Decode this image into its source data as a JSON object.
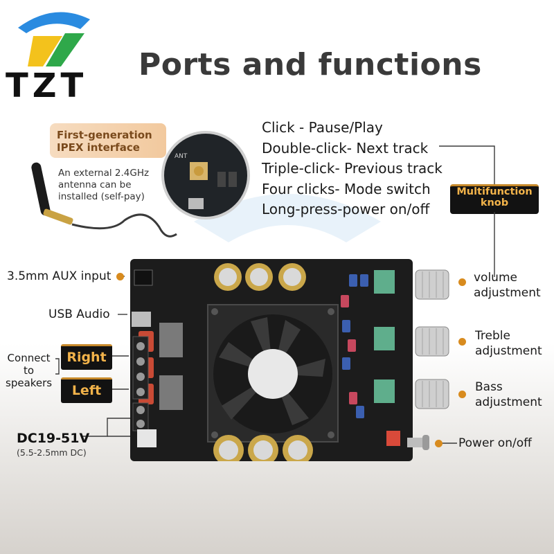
{
  "brand": {
    "logo_text": "TZT"
  },
  "title": "Ports and functions",
  "ipex": {
    "title_line1": "First-generation",
    "title_line2": "IPEX interface",
    "sub_line1": "An external 2.4GHz",
    "sub_line2": "antenna can be",
    "sub_line3": "installed (self-pay)"
  },
  "multifunction": {
    "actions": [
      "Click - Pause/Play",
      "Double-click- Next track",
      "Triple-click- Previous track",
      "Four clicks- Mode switch",
      "Long-press-power on/off"
    ],
    "label_line1": "Multifunction",
    "label_line2": "knob"
  },
  "left_labels": {
    "aux": "3.5mm AUX input",
    "usb": "USB Audio",
    "connect_line1": "Connect",
    "connect_line2": "to",
    "connect_line3": "speakers",
    "right": "Right",
    "left": "Left",
    "dc_main": "DC19-51V",
    "dc_sub": "(5.5-2.5mm DC)"
  },
  "right_labels": {
    "volume_line1": "volume",
    "volume_line2": "adjustment",
    "treble_line1": "Treble",
    "treble_line2": "adjustment",
    "bass_line1": "Bass",
    "bass_line2": "adjustment",
    "power": "Power on/off"
  },
  "colors": {
    "accent": "#d88b1e",
    "label_gold": "#f2b34a",
    "board": "#1c1c1c",
    "dark_box": "#121212"
  },
  "icons": [
    "tzt-logo-icon",
    "antenna-icon",
    "cooling-fan-icon",
    "knob-icon",
    "capacitor-icon",
    "toggle-switch-icon"
  ]
}
